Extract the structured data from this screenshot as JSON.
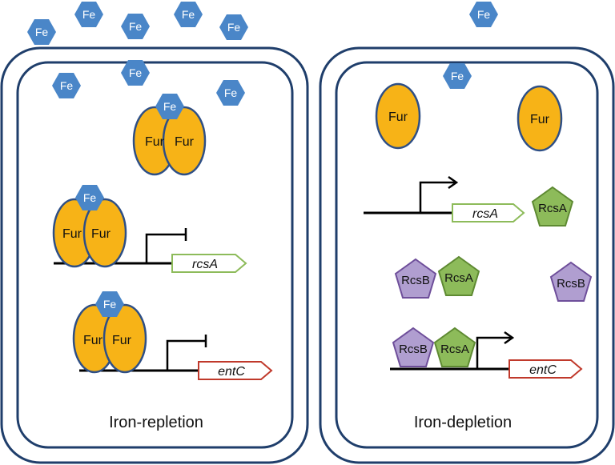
{
  "fe_label": "Fe",
  "fur_label": "Fur",
  "rcsA_protein_label": "RcsA",
  "rcsB_protein_label": "RcsB",
  "gene_rcsA": "rcsA",
  "gene_entC": "entC",
  "left_panel_title": "Iron-repletion",
  "right_panel_title": "Iron-depletion",
  "colors": {
    "fe": "#4A86C8",
    "fur_fill": "#F7B317",
    "fur_outline": "#2E4F86",
    "rcsA_fill": "#8DBB5A",
    "rcsB_fill": "#B09ED0",
    "rcsA_gene_outline": "#8DBB5A",
    "entC_gene_outline": "#C0392B",
    "membrane": "#1F3E6B"
  }
}
